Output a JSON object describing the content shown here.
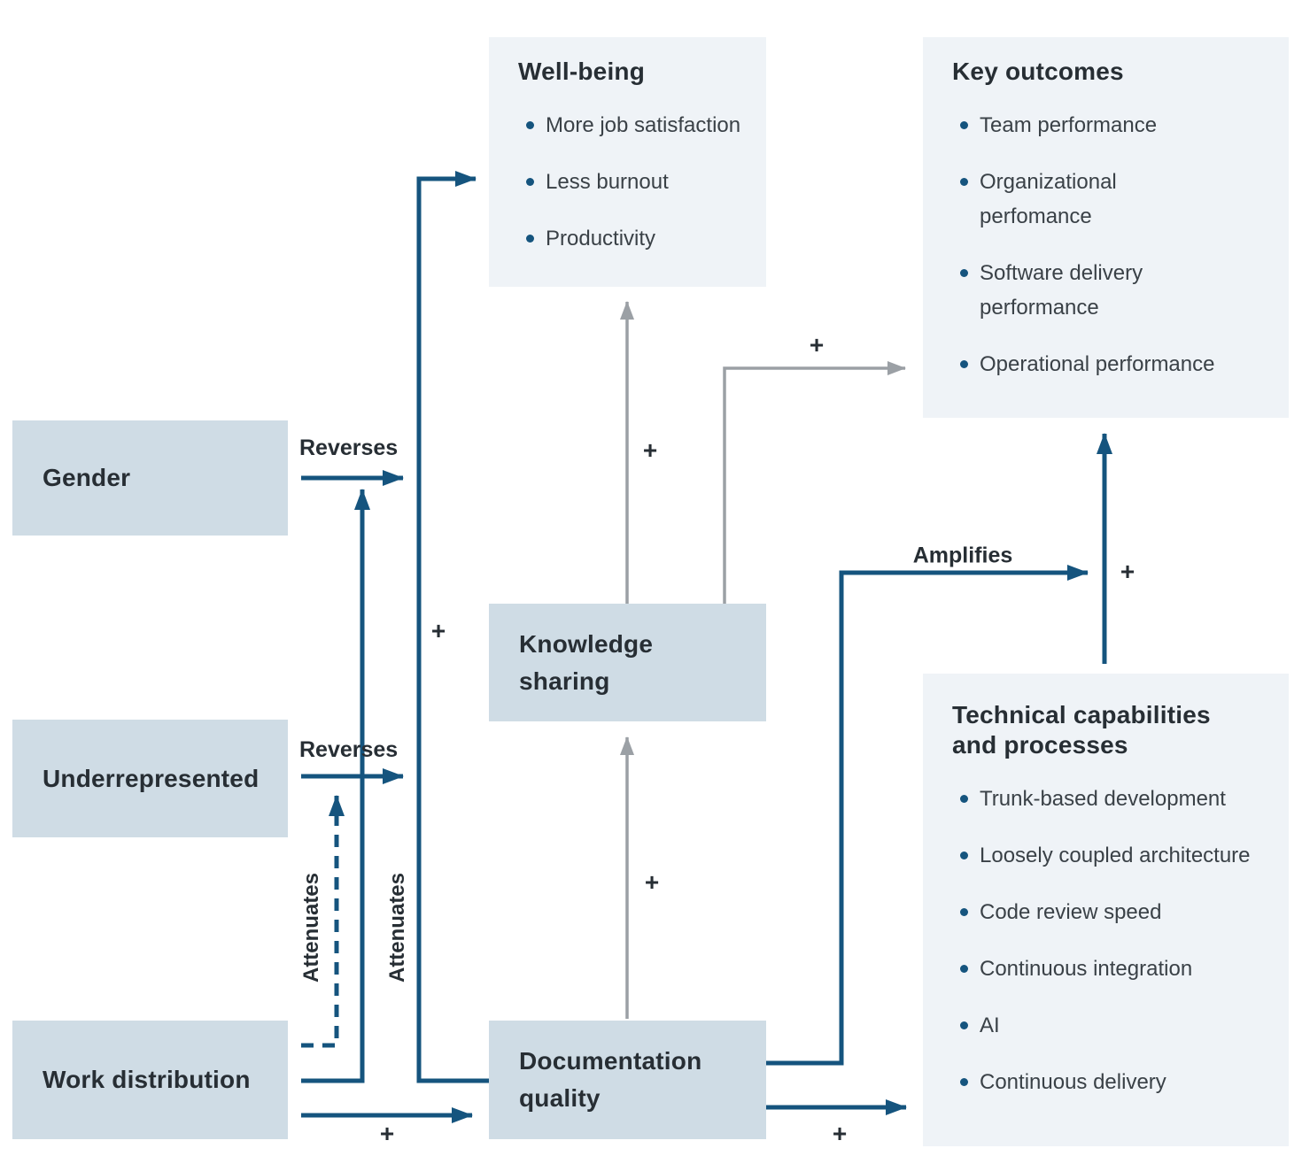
{
  "diagram": {
    "boxes": {
      "gender": "Gender",
      "underrepresented": "Underrepresented",
      "work_distribution": "Work distribution",
      "knowledge_sharing": "Knowledge\nsharing",
      "documentation_quality": "Documentation\nquality"
    },
    "panels": {
      "wellbeing": {
        "title": "Well-being",
        "items": [
          "More job satisfaction",
          "Less burnout",
          "Productivity"
        ]
      },
      "key_outcomes": {
        "title": "Key outcomes",
        "items": [
          "Team performance",
          "Organizational\nperfomance",
          "Software delivery\nperformance",
          "Operational performance"
        ]
      },
      "technical": {
        "title": "Technical capabilities\nand processes",
        "items": [
          "Trunk-based development",
          "Loosely coupled architecture",
          "Code review speed",
          "Continuous integration",
          "AI",
          "Continuous delivery"
        ]
      }
    },
    "edges": {
      "gender_reverses": {
        "label": "Reverses"
      },
      "underrepresented_reverses": {
        "label": "Reverses"
      },
      "work_attenuates_underrepresented": {
        "label": "Attenuates"
      },
      "work_attenuates_gender": {
        "label": "Attenuates"
      },
      "doc_amplifies_tech": {
        "label": "Amplifies"
      },
      "doc_to_wellbeing": {
        "sign": "+"
      },
      "knowledge_to_wellbeing": {
        "sign": "+"
      },
      "knowledge_to_outcomes": {
        "sign": "+"
      },
      "doc_to_knowledge": {
        "sign": "+"
      },
      "tech_to_outcomes": {
        "sign": "+"
      },
      "work_to_doc": {
        "sign": "+"
      },
      "doc_to_tech": {
        "sign": "+"
      }
    },
    "colors": {
      "accent_blue": "#15547e",
      "arrow_gray": "#9ba0a5",
      "box_fill": "#cfdce5",
      "panel_fill": "#eff3f7",
      "text_dark": "#272e34",
      "text_body": "#3a4147"
    }
  }
}
